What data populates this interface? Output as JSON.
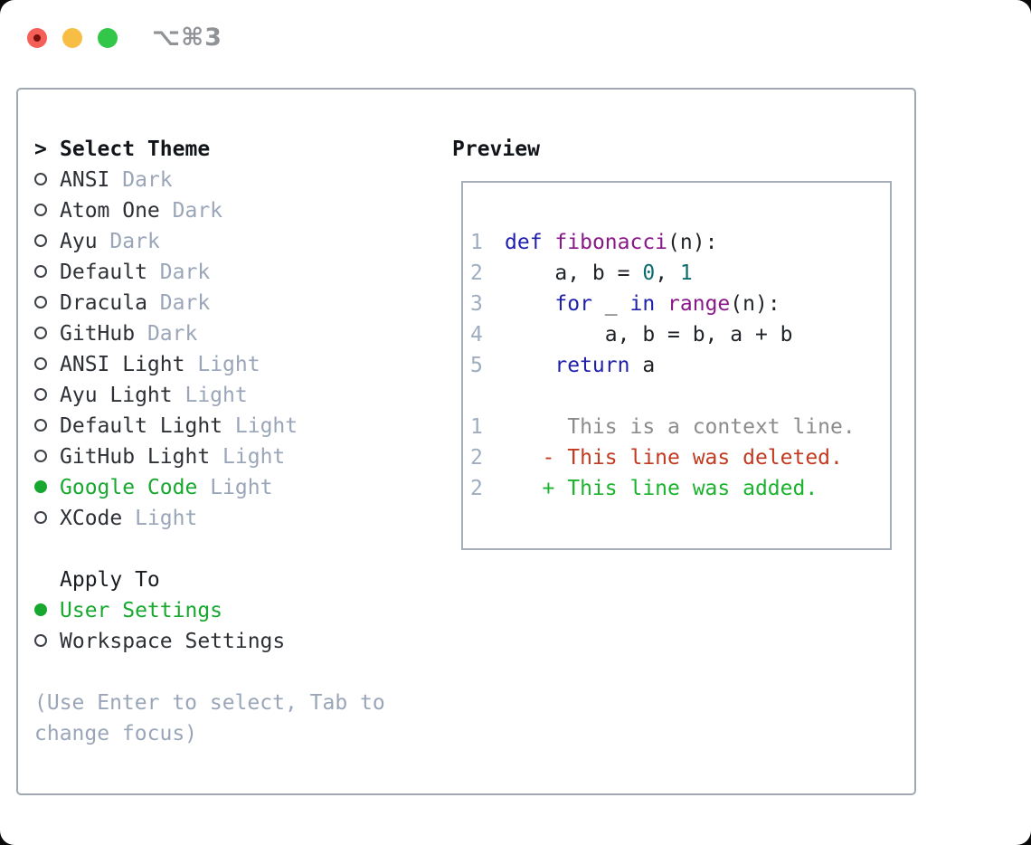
{
  "titlebar": {
    "shortcut": "⌥⌘3"
  },
  "theme_picker": {
    "prompt": ">",
    "title": "Select Theme",
    "themes": [
      {
        "name": "ANSI",
        "variant": "Dark",
        "selected": false
      },
      {
        "name": "Atom One",
        "variant": "Dark",
        "selected": false
      },
      {
        "name": "Ayu",
        "variant": "Dark",
        "selected": false
      },
      {
        "name": "Default",
        "variant": "Dark",
        "selected": false
      },
      {
        "name": "Dracula",
        "variant": "Dark",
        "selected": false
      },
      {
        "name": "GitHub",
        "variant": "Dark",
        "selected": false
      },
      {
        "name": "ANSI Light",
        "variant": "Light",
        "selected": false
      },
      {
        "name": "Ayu Light",
        "variant": "Light",
        "selected": false
      },
      {
        "name": "Default Light",
        "variant": "Light",
        "selected": false
      },
      {
        "name": "GitHub Light",
        "variant": "Light",
        "selected": false
      },
      {
        "name": "Google Code",
        "variant": "Light",
        "selected": true
      },
      {
        "name": "XCode",
        "variant": "Light",
        "selected": false
      }
    ],
    "apply_to": {
      "title": "Apply To",
      "options": [
        {
          "label": "User Settings",
          "selected": true
        },
        {
          "label": "Workspace Settings",
          "selected": false
        }
      ]
    },
    "hint_lines": [
      "(Use Enter to select, Tab to",
      "change focus)"
    ]
  },
  "preview": {
    "title": "Preview",
    "lines": [
      {
        "num": "1",
        "kind": "code",
        "tokens": [
          [
            "def",
            "kw"
          ],
          [
            " ",
            "pl"
          ],
          [
            "fibonacci",
            "fn"
          ],
          [
            "(n):",
            "pl"
          ]
        ]
      },
      {
        "num": "2",
        "kind": "code",
        "tokens": [
          [
            "    a, b = ",
            "pl"
          ],
          [
            "0",
            "num"
          ],
          [
            ", ",
            "pl"
          ],
          [
            "1",
            "num"
          ]
        ]
      },
      {
        "num": "3",
        "kind": "code",
        "tokens": [
          [
            "    ",
            "pl"
          ],
          [
            "for",
            "kw"
          ],
          [
            " _ ",
            "pl"
          ],
          [
            "in",
            "kw"
          ],
          [
            " ",
            "pl"
          ],
          [
            "range",
            "fn"
          ],
          [
            "(n):",
            "pl"
          ]
        ]
      },
      {
        "num": "4",
        "kind": "code",
        "tokens": [
          [
            "        a, b = b, a + b",
            "pl"
          ]
        ]
      },
      {
        "num": "5",
        "kind": "code",
        "tokens": [
          [
            "    ",
            "pl"
          ],
          [
            "return",
            "kw"
          ],
          [
            " a",
            "pl"
          ]
        ]
      },
      {
        "num": "",
        "kind": "blank",
        "tokens": []
      },
      {
        "num": "1",
        "kind": "context",
        "tokens": [
          [
            "     This is a context line.",
            "ctx"
          ]
        ]
      },
      {
        "num": "2",
        "kind": "deleted",
        "tokens": [
          [
            "   - This line was deleted.",
            "del"
          ]
        ]
      },
      {
        "num": "2",
        "kind": "added",
        "tokens": [
          [
            "   + This line was added.",
            "add"
          ]
        ]
      }
    ]
  },
  "colors": {
    "selected_green": "#17a82f",
    "keyword_blue": "#1f1fae",
    "function_purple": "#881788",
    "number_teal": "#0d6d6d",
    "context_gray": "#8b8b8b",
    "deleted_red": "#c23a20",
    "added_green": "#1bb32e",
    "muted_gray": "#9aa6b8",
    "line_number_gray": "#9fadc0",
    "panel_border": "#9fa8b3",
    "traffic_red": "#f45f57",
    "traffic_yellow": "#f7bd45",
    "traffic_green": "#32c748"
  }
}
